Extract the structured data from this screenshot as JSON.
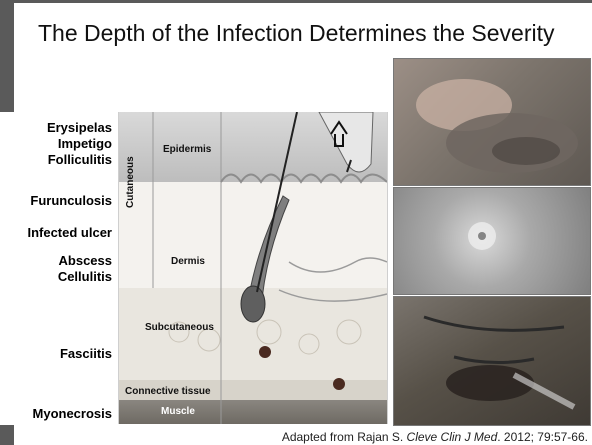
{
  "slide": {
    "title": "The Depth of the Infection Determines the Severity",
    "left_labels": [
      "Erysipelas",
      "Impetigo",
      "Folliculitis",
      "Furunculosis",
      "Infected ulcer",
      "Abscess",
      "Cellulitis",
      "Fasciitis",
      "Myonecrosis"
    ],
    "diagram": {
      "cutaneous_label": "Cutaneous",
      "layers": [
        "Epidermis",
        "Dermis",
        "Subcutaneous",
        "Connective tissue",
        "Muscle"
      ]
    },
    "caption": {
      "prefix": "Adapted from Rajan S. ",
      "journal": "Cleve Clin J Med",
      "suffix": ". 2012; 79:57-66."
    }
  }
}
